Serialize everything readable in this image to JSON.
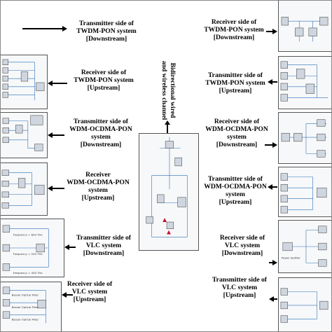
{
  "labels": {
    "tx_twdm": [
      "Transmitter side of",
      "TWDM-PON system",
      "[Downstream]"
    ],
    "rx_twdm_up": [
      "Receiver side of",
      "TWDM-PON system",
      "[Upstream]"
    ],
    "tx_wdm_down": [
      "Transmitter side of",
      "WDM-OCDMA-PON",
      "system",
      "[Downstream]"
    ],
    "rx_wdm_up": [
      "Receiver",
      "WDM-OCDMA-PON",
      "system",
      "[Upstream]"
    ],
    "tx_vlc_down": [
      "Transmitter side of",
      "VLC system",
      "[Downstream]"
    ],
    "rx_vlc_up": [
      "Receiver side of",
      "VLC system",
      "[Upstream]"
    ],
    "rx_twdm_down": [
      "Receiver side of",
      "TWDM-PON system",
      "[Downstream]"
    ],
    "tx_twdm_up": [
      "Transmitter side of",
      "TWDM-PON system",
      "[Upstream]"
    ],
    "rx_wdm_down": [
      "Receiver side of",
      "WDM-OCDMA-PON",
      "system",
      "[Downstream]"
    ],
    "tx_wdm_up": [
      "Transmitter side of",
      "WDM-OCDMA-PON",
      "system",
      "[Upstream]"
    ],
    "rx_vlc_down": [
      "Receiver side of",
      "VLC system",
      "[Downstream]"
    ],
    "tx_vlc_up": [
      "Transmitter side of",
      "VLC system",
      "[Upstream]"
    ]
  },
  "channel_title": [
    "Bidirectional wired",
    "and wireless channel"
  ]
}
